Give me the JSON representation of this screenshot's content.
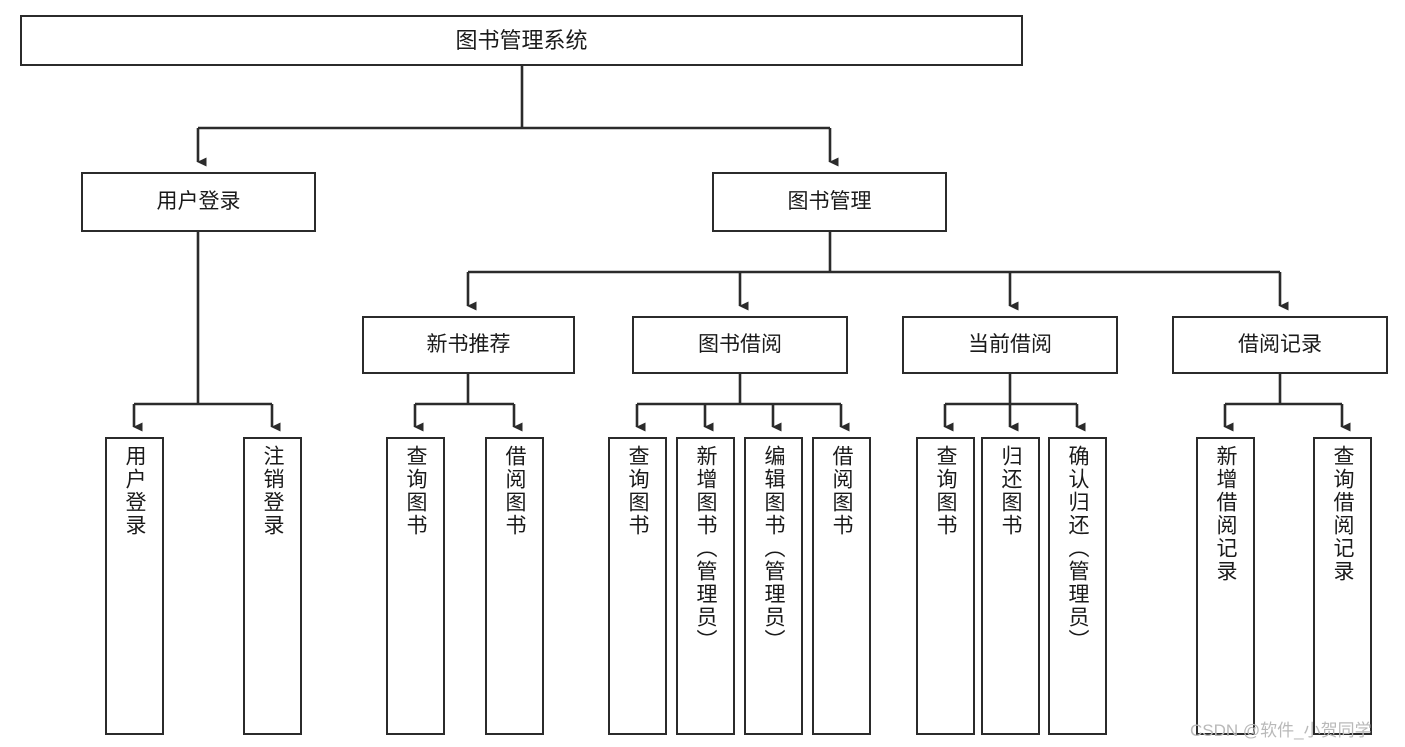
{
  "diagram": {
    "type": "tree-hierarchy",
    "title": "图书管理系统",
    "root": {
      "label": "图书管理系统"
    },
    "level2": [
      {
        "label": "用户登录"
      },
      {
        "label": "图书管理"
      }
    ],
    "level3": [
      {
        "label": "新书推荐"
      },
      {
        "label": "图书借阅"
      },
      {
        "label": "当前借阅"
      },
      {
        "label": "借阅记录"
      }
    ],
    "leaves": {
      "user_login": [
        {
          "label": "用户登录"
        },
        {
          "label": "注销登录"
        }
      ],
      "new_book_recommend": [
        {
          "label": "查询图书"
        },
        {
          "label": "借阅图书"
        }
      ],
      "book_borrow": [
        {
          "label": "查询图书"
        },
        {
          "label": "新增图书（管理员）"
        },
        {
          "label": "编辑图书（管理员）"
        },
        {
          "label": "借阅图书"
        }
      ],
      "current_borrow": [
        {
          "label": "查询图书"
        },
        {
          "label": "归还图书"
        },
        {
          "label": "确认归还（管理员）"
        }
      ],
      "borrow_record": [
        {
          "label": "新增借阅记录"
        },
        {
          "label": "查询借阅记录"
        }
      ]
    }
  },
  "watermark": {
    "text": "CSDN @软件_小贺同学"
  },
  "colors": {
    "stroke": "#2b2b2b",
    "box_fill": "#ffffff",
    "text": "#1a1a1a",
    "watermark": "#b9b9b9"
  }
}
